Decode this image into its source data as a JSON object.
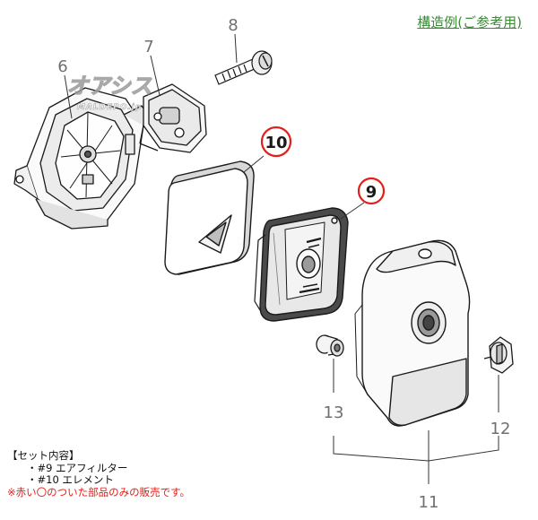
{
  "caption": "構造例(ご参考用)",
  "watermark": {
    "main": "オアシス",
    "sub": "MALDEPO.jp"
  },
  "callouts": {
    "c6": "6",
    "c7": "7",
    "c8": "8",
    "c9": "9",
    "c10": "10",
    "c11": "11",
    "c12": "12",
    "c13": "13"
  },
  "set_contents": {
    "heading": "【セット内容】",
    "items": [
      "・#9 エアフィルター",
      "・#10 エレメント"
    ],
    "note": "※赤い〇のついた部品のみの販売です。"
  },
  "colors": {
    "caption": "#3a8a35",
    "highlight_circle": "#e0201a",
    "note": "#e0201a",
    "callout_number": "#707070",
    "line": "#333333"
  }
}
